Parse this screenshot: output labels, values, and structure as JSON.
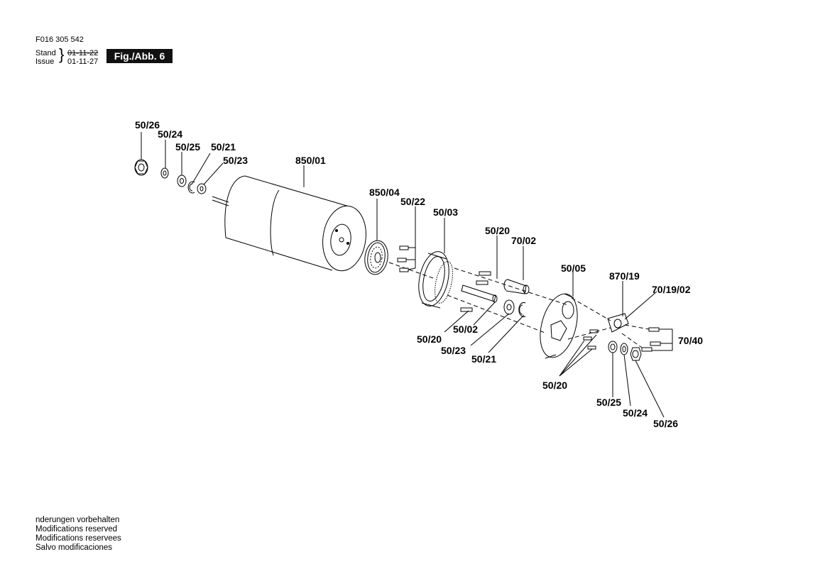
{
  "header": {
    "part_number": "F016 305 542",
    "stand_label": "Stand",
    "stand_date": "01-11-22",
    "issue_label": "Issue",
    "issue_date": "01-11-27",
    "figure_label": "Fig./Abb. 6"
  },
  "callouts": {
    "c1": "50/26",
    "c2": "50/24",
    "c3": "50/25",
    "c4": "50/21",
    "c5": "50/23",
    "c6": "850/01",
    "c7": "850/04",
    "c8": "50/22",
    "c9": "50/03",
    "c10": "50/20",
    "c11": "70/02",
    "c12": "50/05",
    "c13": "870/19",
    "c14": "70/19/02",
    "c15": "70/40",
    "c16": "50/20",
    "c17": "50/02",
    "c18": "50/23",
    "c19": "50/21",
    "c20": "50/20",
    "c21": "50/25",
    "c22": "50/24",
    "c23": "50/26"
  },
  "footer": {
    "line1": " nderungen vorbehalten",
    "line2": "Modifications reserved",
    "line3": "Modifications reservees",
    "line4": "Salvo modificaciones"
  }
}
